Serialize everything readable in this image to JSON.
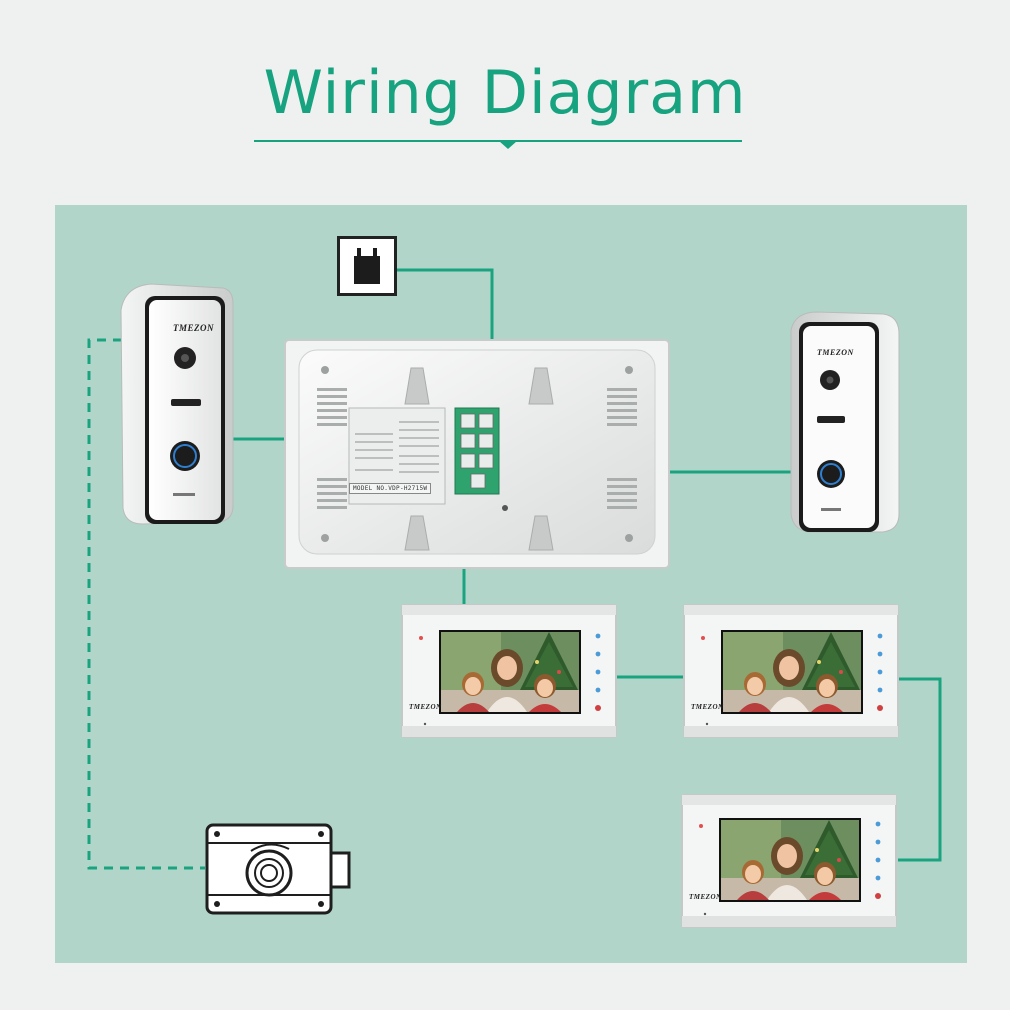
{
  "title": "Wiring Diagram",
  "brand": "TMEZON",
  "model_label": "MODEL NO.VDP-H2715W",
  "monitor_count": 3,
  "doorbell_count": 2,
  "colors": {
    "accent": "#17a37f",
    "panel_background": "#b2d5ca",
    "page_background": "#eef1ef",
    "wire": "#19a37e"
  },
  "icons": [
    "power-adapter-icon",
    "electric-lock-icon",
    "camera-lens-icon",
    "call-button-icon"
  ]
}
